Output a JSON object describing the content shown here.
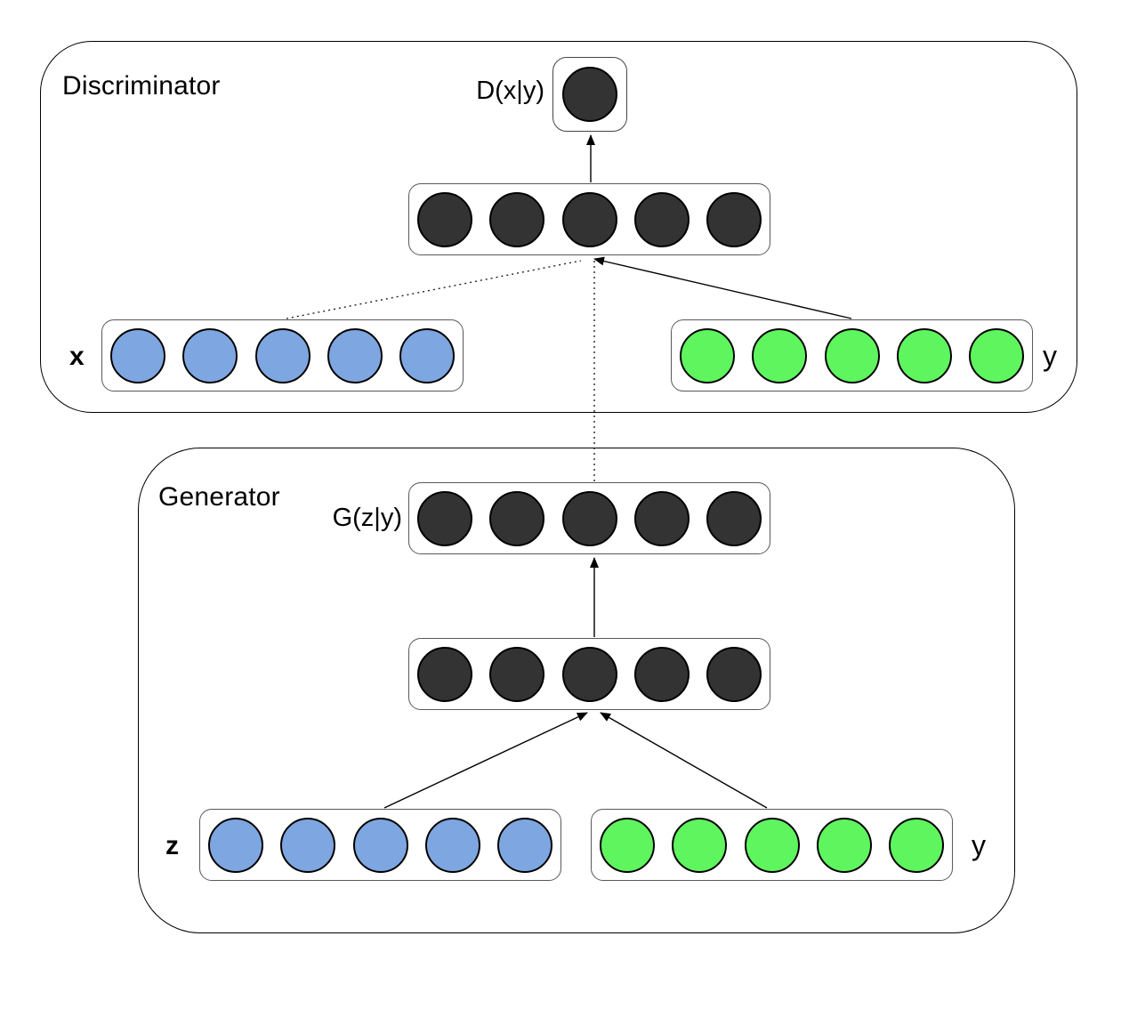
{
  "diagram": {
    "kind": "conditional-gan-architecture",
    "colors": {
      "dark_node": "#333333",
      "blue_node": "#7EA6E0",
      "green_node": "#5FF55F",
      "node_stroke": "#000000",
      "layer_box_stroke": "#595959",
      "section_box_stroke": "#000000",
      "background": "#ffffff"
    },
    "discriminator": {
      "label": "Discriminator",
      "output_label": "D(x|y)",
      "input_x_label": "x",
      "input_y_label": "y",
      "layers": {
        "output": {
          "nodes": 1,
          "color": "dark_node"
        },
        "hidden": {
          "nodes": 5,
          "color": "dark_node"
        },
        "input_x": {
          "nodes": 5,
          "color": "blue_node"
        },
        "input_y": {
          "nodes": 5,
          "color": "green_node"
        }
      }
    },
    "generator": {
      "label": "Generator",
      "output_label": "G(z|y)",
      "input_z_label": "z",
      "input_y_label": "y",
      "layers": {
        "output": {
          "nodes": 5,
          "color": "dark_node"
        },
        "hidden": {
          "nodes": 5,
          "color": "dark_node"
        },
        "input_z": {
          "nodes": 5,
          "color": "blue_node"
        },
        "input_y": {
          "nodes": 5,
          "color": "green_node"
        }
      }
    },
    "connections": [
      {
        "from": "discriminator-hidden-layer",
        "to": "discriminator-output-node",
        "style": "solid",
        "arrow": true
      },
      {
        "from": "input-x-layer",
        "to": "discriminator-hidden-layer",
        "style": "dotted",
        "arrow": false
      },
      {
        "from": "generator-output-layer",
        "to": "discriminator-hidden-layer",
        "style": "dotted",
        "arrow": false
      },
      {
        "from": "input-y-layer-discriminator",
        "to": "discriminator-hidden-layer",
        "style": "solid",
        "arrow": true
      },
      {
        "from": "generator-hidden-layer",
        "to": "generator-output-layer",
        "style": "solid",
        "arrow": true
      },
      {
        "from": "input-z-layer",
        "to": "generator-hidden-layer",
        "style": "solid",
        "arrow": true
      },
      {
        "from": "input-y-layer-generator",
        "to": "generator-hidden-layer",
        "style": "solid",
        "arrow": true
      }
    ]
  }
}
